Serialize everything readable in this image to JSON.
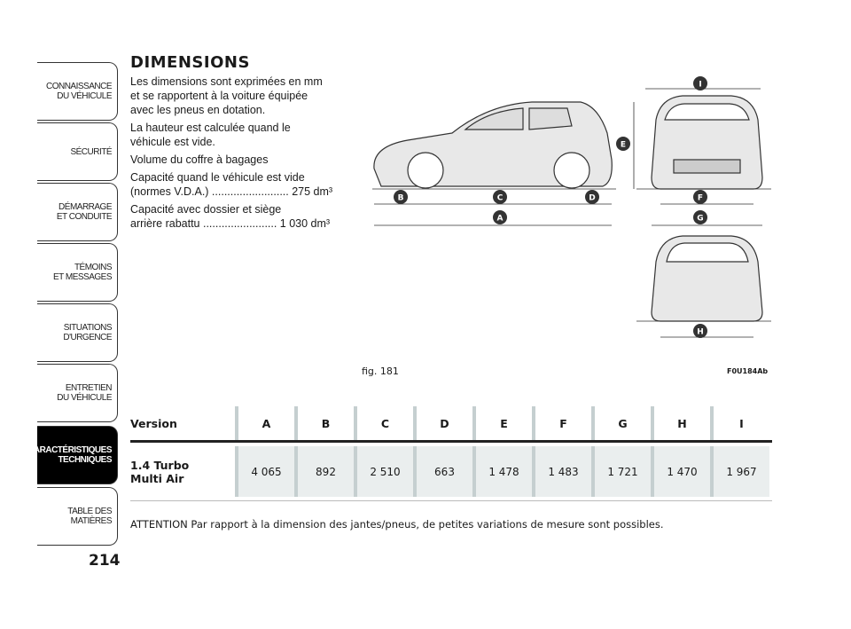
{
  "sidebar": {
    "tabs": [
      {
        "label": "CONNAISSANCE\nDU VÉHICULE"
      },
      {
        "label": "SÉCURITÉ"
      },
      {
        "label": "DÉMARRAGE\nET CONDUITE"
      },
      {
        "label": "TÉMOINS\nET MESSAGES"
      },
      {
        "label": "SITUATIONS\nD'URGENCE"
      },
      {
        "label": "ENTRETIEN\nDU VÉHICULE"
      },
      {
        "label": "CARACTÉRISTIQUES\nTECHNIQUES",
        "active": true
      },
      {
        "label": "TABLE DES\nMATIÈRES"
      }
    ],
    "page_number": "214"
  },
  "title": "DIMENSIONS",
  "paragraphs": [
    "Les dimensions sont exprimées en mm\net se rapportent à la voiture équipée\navec les pneus en dotation.",
    "La hauteur est calculée quand le\nvéhicule est vide.",
    "Volume du coffre à bagages",
    "Capacité quand le véhicule est vide\n(normes V.D.A.) ......................... 275 dm³",
    "Capacité avec dossier et siège\narrière rabattu ........................ 1 030 dm³"
  ],
  "figure": {
    "caption": "fig. 181",
    "code": "F0U184Ab",
    "labels": [
      "A",
      "B",
      "C",
      "D",
      "E",
      "F",
      "G",
      "H",
      "I"
    ]
  },
  "table": {
    "headers": [
      "Version",
      "A",
      "B",
      "C",
      "D",
      "E",
      "F",
      "G",
      "H",
      "I"
    ],
    "rows": [
      {
        "version": "1.4 Turbo\nMulti Air",
        "values": [
          "4 065",
          "892",
          "2 510",
          "663",
          "1 478",
          "1 483",
          "1 721",
          "1 470",
          "1 967"
        ]
      }
    ]
  },
  "note": "ATTENTION Par rapport à la dimension des jantes/pneus, de petites variations de mesure sont possibles."
}
